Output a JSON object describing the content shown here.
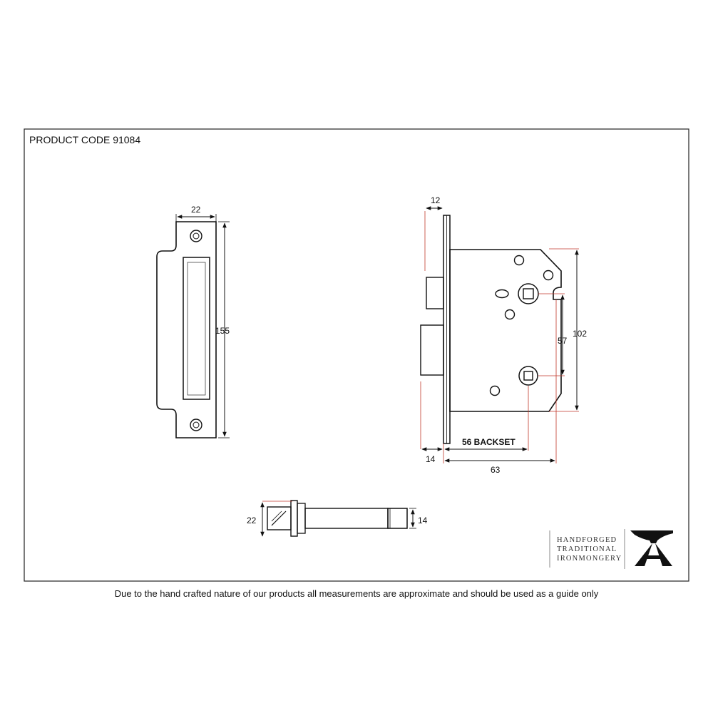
{
  "header": {
    "product_code": "PRODUCT CODE 91084"
  },
  "strike_plate": {
    "width": "22",
    "height": "155"
  },
  "lock_body": {
    "forend_thickness": "12",
    "case_height": "102",
    "centres": "57",
    "backset": "56 BACKSET",
    "forend_offset": "14",
    "case_depth": "63"
  },
  "bolt": {
    "height": "22",
    "width": "14"
  },
  "brand": {
    "lines": [
      "HANDFORGED",
      "TRADITIONAL",
      "IRONMONGERY"
    ],
    "logo": "anvil-letter-a-logo"
  },
  "footer": {
    "disclaimer": "Due to the hand crafted nature of our products all measurements are approximate and should be used as a guide only"
  },
  "colors": {
    "line": "#111111",
    "guide": "#c0392b",
    "border": "#222222"
  }
}
